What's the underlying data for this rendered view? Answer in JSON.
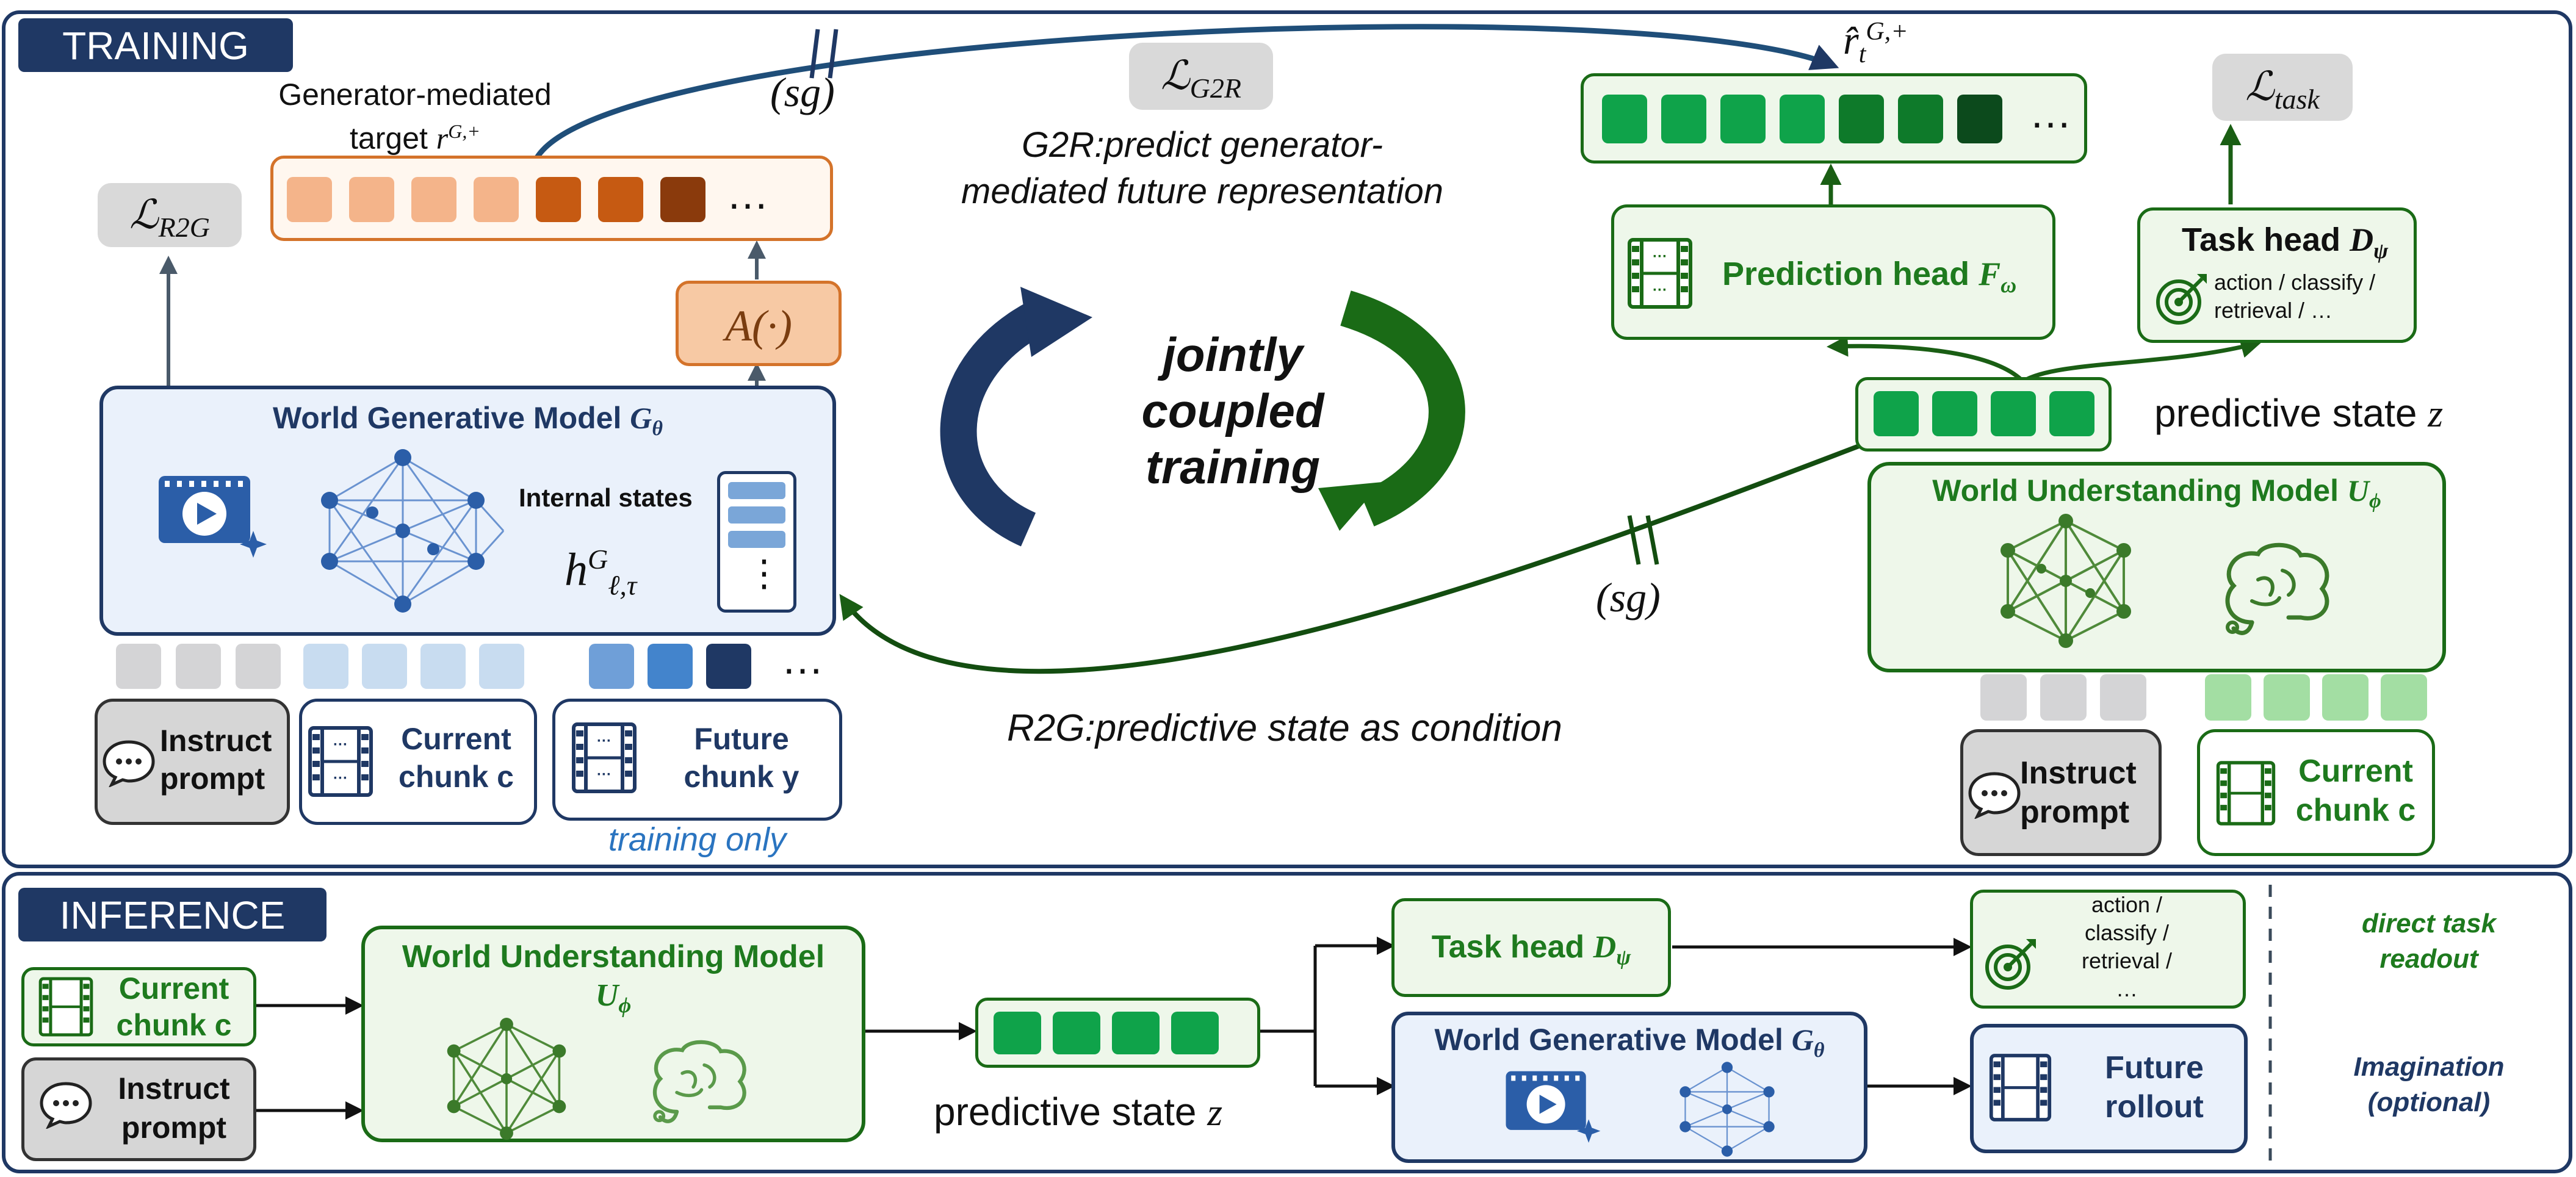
{
  "colors": {
    "navy": "#1f3864",
    "green_dark": "#1a6b16",
    "green_text": "#1e7a1e",
    "orange_border": "#d4732a",
    "blue_box_bg": "#eaf1fb",
    "green_box_bg": "#eef7ea",
    "training_blue_text": "#2a74c0"
  },
  "sections": {
    "training": "TRAINING",
    "inference": "INFERENCE"
  },
  "training": {
    "loss_r2g_main": "ℒ",
    "loss_r2g_sub": "R2G",
    "loss_g2r_main": "ℒ",
    "loss_g2r_sub": "G2R",
    "loss_task_main": "ℒ",
    "loss_task_sub": "task",
    "generator_target_line1": "Generator-mediated",
    "generator_target_line2": "target",
    "generator_target_sym": "r",
    "generator_target_sup": "G,+",
    "stop_grad": "(sg)",
    "adapter": "A(·)",
    "ellipsis": "…",
    "wgm_title": "World Generative Model",
    "wgm_symbol": "G",
    "wgm_symbol_sub": "θ",
    "internal_states": "Internal states",
    "hidden_sym": "h",
    "hidden_sup": "G",
    "hidden_sub": "ℓ,τ",
    "vertical_dots": "⋮",
    "instruct_prompt_l1": "Instruct",
    "instruct_prompt_l2": "prompt",
    "current_chunk_l1": "Current",
    "current_chunk_l2": "chunk c",
    "future_chunk_l1": "Future",
    "future_chunk_l2": "chunk y",
    "training_only": "training only",
    "g2r_caption_l1": "G2R:predict generator-",
    "g2r_caption_l2": "mediated future representation",
    "jointly_l1": "jointly",
    "jointly_l2": "coupled",
    "jointly_l3": "training",
    "r2g_caption": "R2G:predictive state as condition",
    "pred_sym": "r̂",
    "pred_sub": "t",
    "pred_sup": "G,+",
    "prediction_head": "Prediction head",
    "prediction_head_sym": "F",
    "prediction_head_sub": "ω",
    "task_head": "Task head",
    "task_head_sym": "D",
    "task_head_sub": "ψ",
    "task_head_l1": "action / classify /",
    "task_head_l2": "retrieval /  …",
    "predictive_state": "predictive state",
    "predictive_state_sym": "z",
    "wum_title": "World Understanding Model",
    "wum_symbol": "U",
    "wum_symbol_sub": "ϕ"
  },
  "inference": {
    "current_chunk_l1": "Current",
    "current_chunk_l2": "chunk c",
    "instruct_prompt_l1": "Instruct",
    "instruct_prompt_l2": "prompt",
    "wum_title": "World Understanding Model",
    "wum_symbol": "U",
    "wum_symbol_sub": "ϕ",
    "predictive_state": "predictive state",
    "predictive_state_sym": "z",
    "task_head": "Task head",
    "task_head_sym": "D",
    "task_head_sub": "ψ",
    "task_out_l1": "action /",
    "task_out_l2": "classify /",
    "task_out_l3": "retrieval /",
    "task_out_l4": "…",
    "wgm_title": "World Generative Model",
    "wgm_symbol": "G",
    "wgm_symbol_sub": "θ",
    "future_rollout_l1": "Future",
    "future_rollout_l2": "rollout",
    "direct_task_l1": "direct task",
    "direct_task_l2": "readout",
    "imagination_l1": "Imagination",
    "imagination_l2": "(optional)"
  },
  "icons": [
    "chat-bubble-icon",
    "film-strip-icon",
    "video-play-icon",
    "neural-network-icon",
    "brain-icon",
    "target-icon",
    "cycle-arrows-icon"
  ]
}
